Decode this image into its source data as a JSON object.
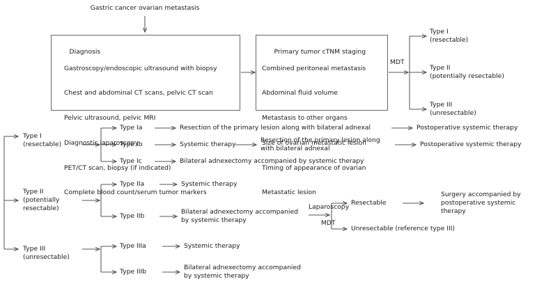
{
  "title": "Gastric cancer ovarian metastasis",
  "diagnosis_box": {
    "heading": "Diagnosis",
    "items": [
      "Gastroscopy/endoscopic ultrasound with biopsy",
      "Chest and abdominal CT scans, pelvic CT scan",
      "Pelvic ultrasound, pelvic MRI",
      "Diagnostic laparoscopy",
      "PET/CT scan, biopsy (if indicated)",
      "Complete blood count/serum tumor markers"
    ]
  },
  "staging_box": {
    "items": [
      "Primary tumor cTNM staging",
      "Combined peritoneal metastasis",
      "Abdominal fluid volume",
      "Metastasis to other organs",
      "Size of ovarian metastatic lesion",
      "Timing of appearance of ovarian",
      "Metastatic lesion"
    ]
  },
  "mdt_label_top": "MDT",
  "classification": [
    {
      "name": "Type I",
      "qualifier": "(resectable)"
    },
    {
      "name": "Type II",
      "qualifier": "(potentially resectable)"
    },
    {
      "name": "Type III",
      "qualifier": "(unresectable)"
    }
  ],
  "type1": {
    "name": "Type I",
    "qualifier": "(resectable)",
    "branches": [
      {
        "subtype": "Type Ia",
        "treatment": "Resection of the primary lesion along with bilateral adnexal",
        "followup": "Postoperative systemic therapy"
      },
      {
        "subtype": "Type Ib",
        "treatment": "Systemic therapy",
        "treatment2_line1": "Resection of the primary lesion along",
        "treatment2_line2": "with bilateral adnexal",
        "followup": "Postoperative systemic therapy"
      },
      {
        "subtype": "Type Ic",
        "treatment": "Bilateral adnexectomy accompanied by systemic therapy"
      }
    ]
  },
  "type2": {
    "name": "Type II",
    "qualifier_line1": "(potentially",
    "qualifier_line2": "resectable)",
    "branches": [
      {
        "subtype": "Type IIa",
        "treatment": "Systemic therapy"
      },
      {
        "subtype": "Type IIb",
        "treatment_line1": "Bilateral adnexectomy accompanied",
        "treatment_line2": "by systemic therapy"
      }
    ],
    "gateway_top": "Laparoscopy",
    "gateway_bottom": "MDT",
    "outcomes": [
      {
        "label": "Resectable",
        "result_line1": "Surgery accompanied by",
        "result_line2": "postoperative systemic",
        "result_line3": "therapy"
      },
      {
        "label": "Unresectable (reference type III)"
      }
    ]
  },
  "type3": {
    "name": "Type III",
    "qualifier": "(unresectable)",
    "branches": [
      {
        "subtype": "Type IIIa",
        "treatment": "Systemic therapy"
      },
      {
        "subtype": "Type IIIb",
        "treatment_line1": "Bilateral adnexectomy accompanied",
        "treatment_line2": "by systemic therapy"
      }
    ]
  },
  "colors": {
    "line": "#555555",
    "box_border": "#666666",
    "text": "#1a1a1a",
    "background": "#ffffff"
  }
}
